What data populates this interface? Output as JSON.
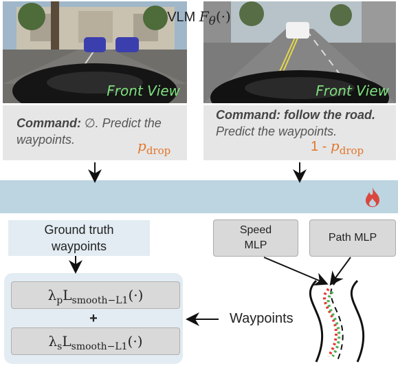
{
  "images": {
    "left_label": "Front View",
    "right_label": "Front View"
  },
  "commands": {
    "left": {
      "bold": "Command:",
      "text": " ∅. Predict the waypoints.",
      "prob_base": "p",
      "prob_sub": "drop"
    },
    "right": {
      "bold": "Command: follow the road.",
      "text": " Predict the waypoints.",
      "prob_prefix": "1 - ",
      "prob_base": "p",
      "prob_sub": "drop"
    }
  },
  "vlm": {
    "label": "VLM",
    "function": "F",
    "function_sub": "θ",
    "function_args": "(·)"
  },
  "ground_truth": {
    "line1": "Ground truth",
    "line2": "waypoints"
  },
  "speed_mlp": {
    "line1": "Speed",
    "line2": "MLP"
  },
  "path_mlp": {
    "label": "Path MLP"
  },
  "losses": {
    "first": {
      "lambda": "λ",
      "lambda_sub": "p",
      "L": "L",
      "L_sub": "smooth−L1",
      "args": "(·)"
    },
    "plus": "+",
    "second": {
      "lambda": "λ",
      "lambda_sub": "s",
      "L": "L",
      "L_sub": "smooth−L1",
      "args": "(·)"
    }
  },
  "waypoints_label": "Waypoints",
  "colors": {
    "vlm_bar": "#bcd5e0",
    "box_blue": "#e2ecf2",
    "command_gray": "#e6e6e6",
    "prob_orange": "#e2762c",
    "flame_red": "#d9473f",
    "view_green": "#7fe07f",
    "path_red": "#e53935",
    "path_green": "#4caf50"
  },
  "icons": [
    "flame-icon",
    "road-icon",
    "down-arrow-icon",
    "left-arrow-icon"
  ]
}
